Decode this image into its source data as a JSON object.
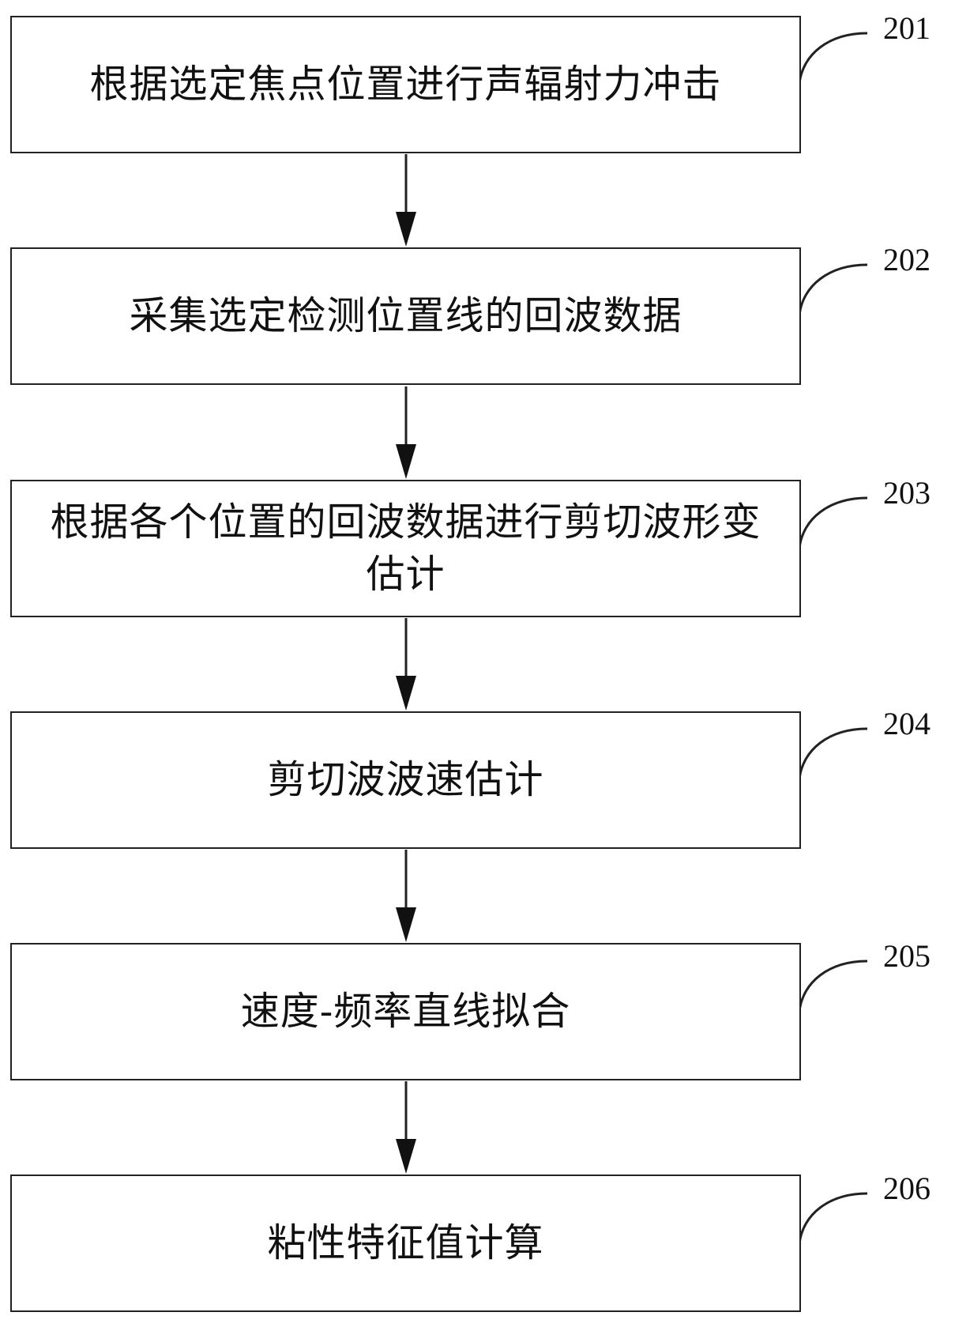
{
  "steps": [
    {
      "number": "201",
      "text": "根据选定焦点位置进行声辐射力冲击"
    },
    {
      "number": "202",
      "text": "采集选定检测位置线的回波数据"
    },
    {
      "number": "203",
      "text": "根据各个位置的回波数据进行剪切波形变估计"
    },
    {
      "number": "204",
      "text": "剪切波波速估计"
    },
    {
      "number": "205",
      "text": "速度-频率直线拟合"
    },
    {
      "number": "206",
      "text": "粘性特征值计算"
    }
  ],
  "colors": {
    "line": "#222222",
    "text": "#111111",
    "background": "#ffffff"
  }
}
